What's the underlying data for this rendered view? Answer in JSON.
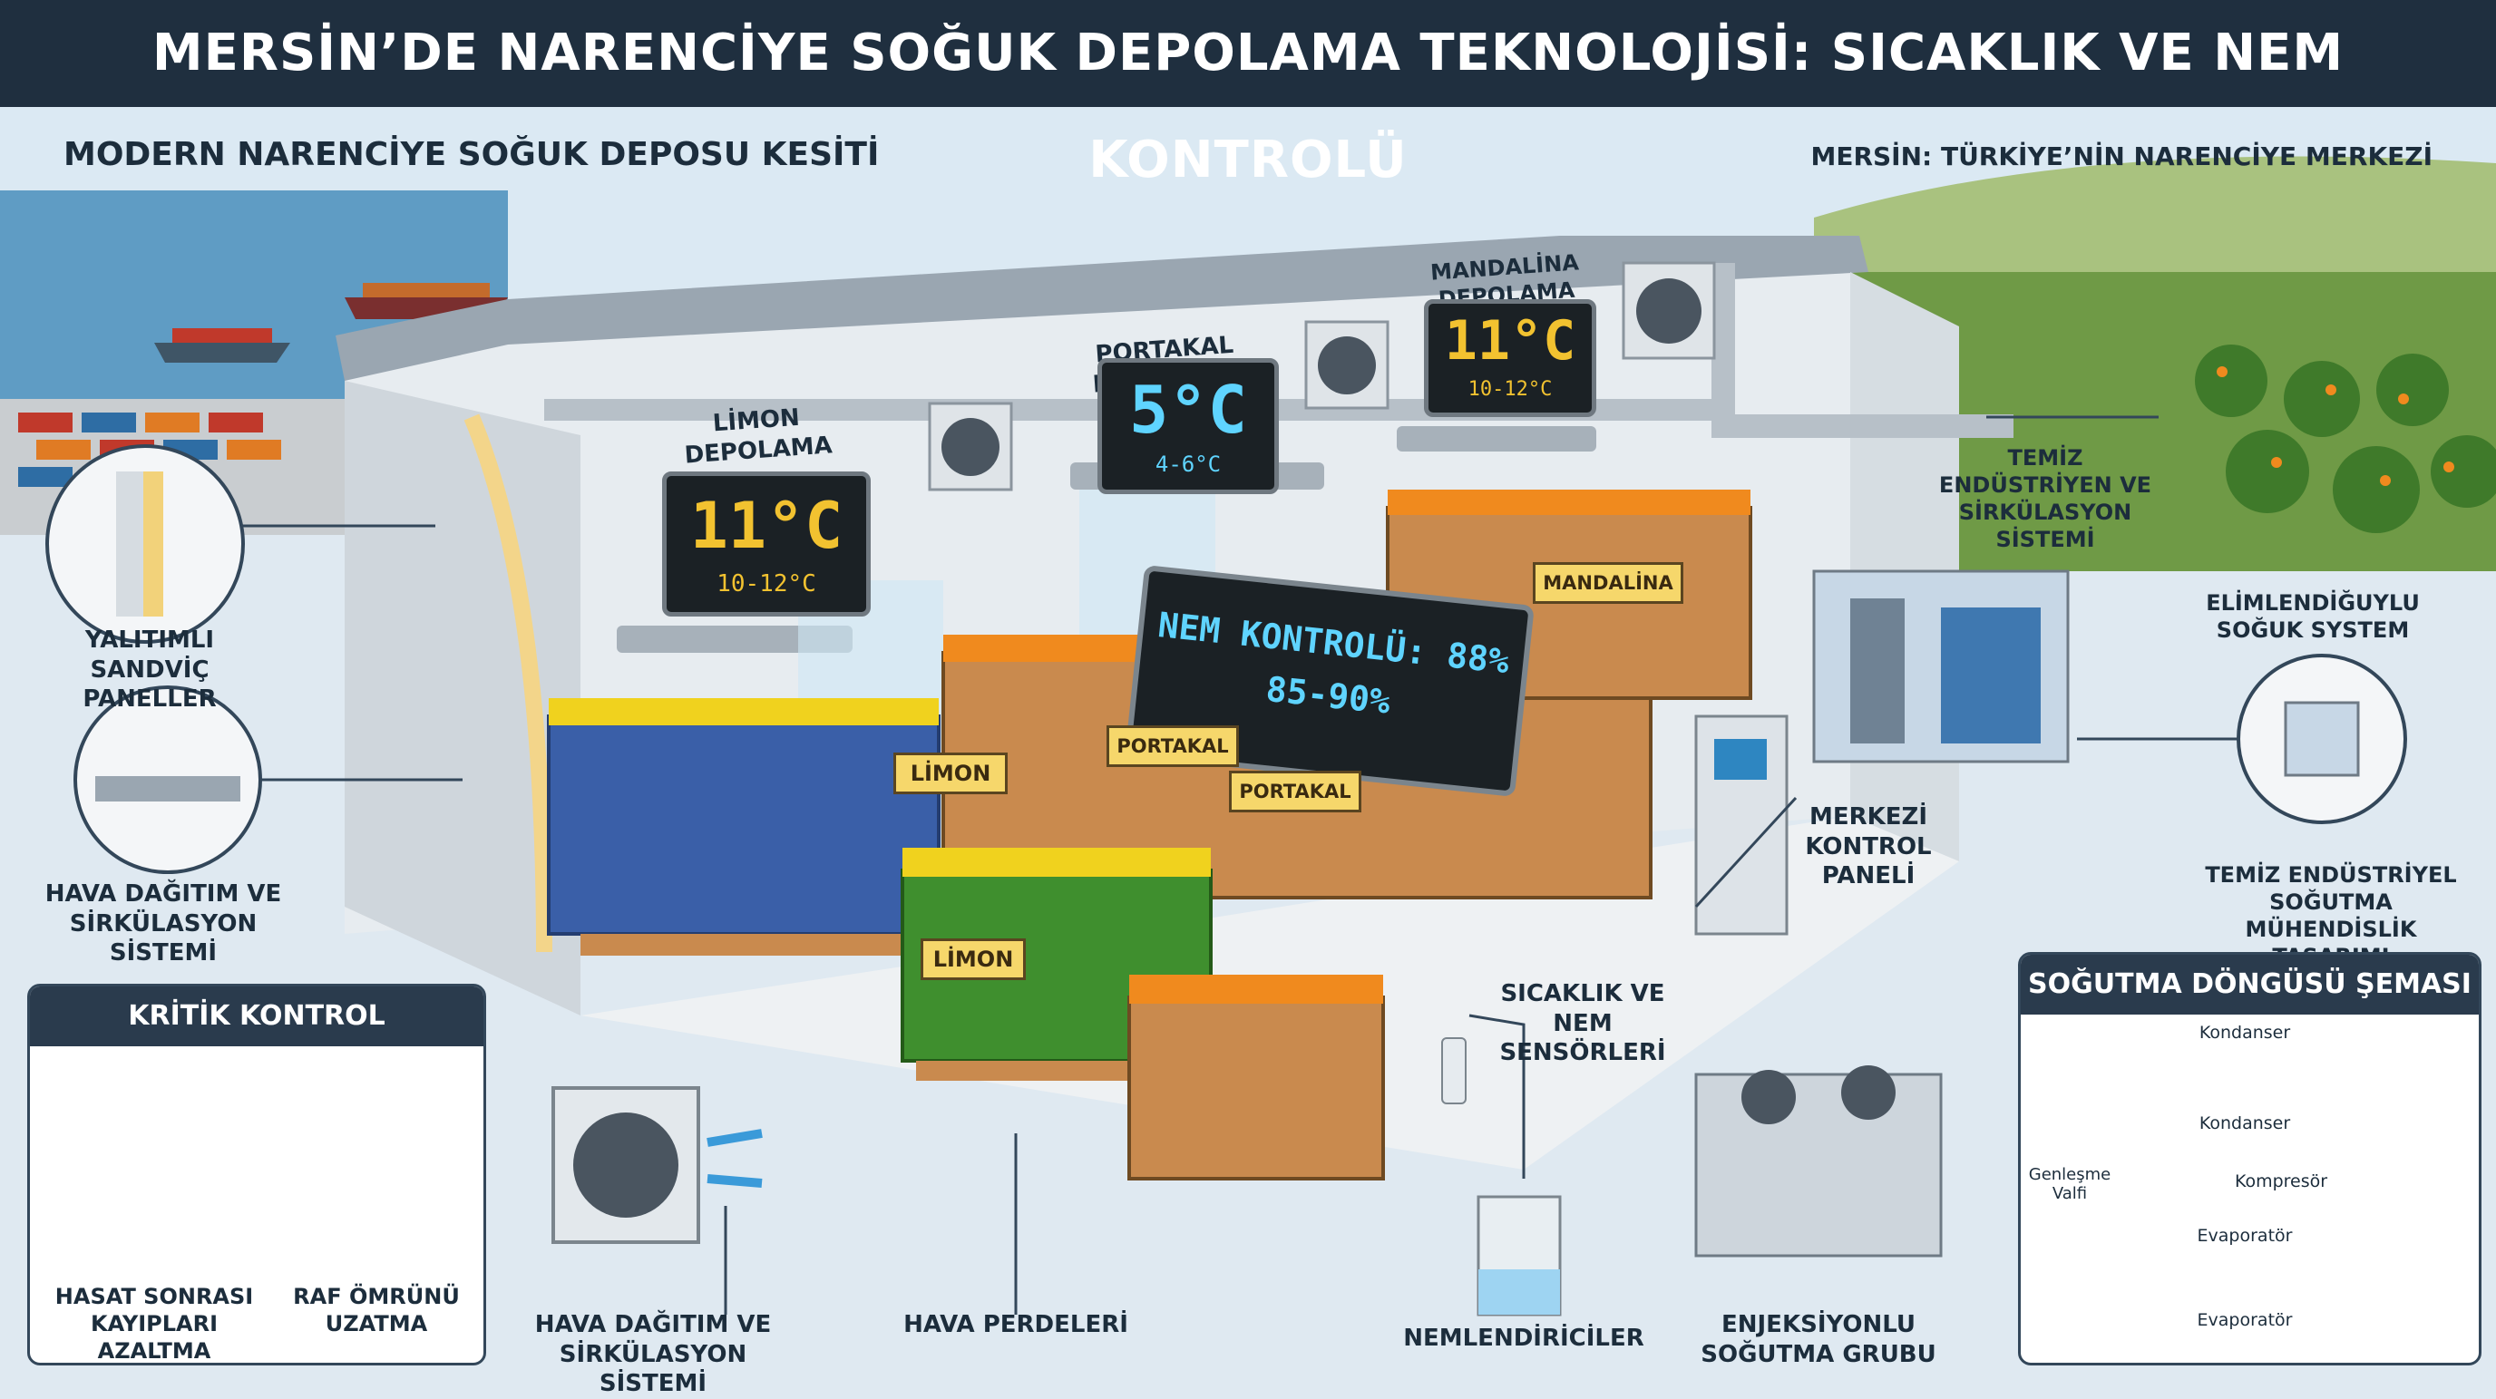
{
  "header": {
    "title": "MERSİN’DE NARENCİYE SOĞUK DEPOLAMA TEKNOLOJİSİ: SICAKLIK VE NEM KONTROLÜ"
  },
  "subtitle": "MODERN NARENCİYE SOĞUK DEPOSU KESİTİ",
  "region_label": "MERSİN: TÜRKİYE’NİN NARENCİYE MERKEZİ",
  "zones": {
    "limon": {
      "title": "LİMON DEPOLAMA",
      "temp": "11°C",
      "range": "10-12°C"
    },
    "portakal": {
      "title": "PORTAKAL DEPOLAMA",
      "temp": "5°C",
      "range": "4-6°C"
    },
    "mandalina": {
      "title": "MANDALİNA DEPOLAMA",
      "temp": "11°C",
      "range": "10-12°C"
    }
  },
  "humidity_display": {
    "line1": "NEM KONTROLÜ: 88%",
    "line2": "85-90%"
  },
  "crate_labels": {
    "limon_1": "LİMON",
    "limon_2": "LİMON",
    "portakal_1": "PORTAKAL",
    "portakal_2": "PORTAKAL",
    "mandalina": "MANDALİNA"
  },
  "callouts": {
    "panels": "YALITIMLI SANDVİÇ PANELLER",
    "air_dist_left": "HAVA DAĞITIM VE SİRKÜLASYON SİSTEMİ",
    "air_dist_bottom": "HAVA DAĞITIM VE SİRKÜLASYON SİSTEMİ",
    "air_curtains": "HAVA PERDELERİ",
    "sensors": "SICAKLIK VE NEM SENSÖRLERİ",
    "control_panel": "MERKEZİ KONTROL PANELİ",
    "humidifiers": "NEMLENDİRİCİLER",
    "injection": "ENJEKSİYONLU SOĞUTMA GRUBU",
    "clean_circ": "TEMİZ ENDÜSTRİYEN VE SİRKÜLASYON SİSTEMİ",
    "cold_system": "ELİMLENDİĞUYLU SOĞUK SYSTEM",
    "eng_design": "TEMİZ ENDÜSTRİYEL SOĞUTMA MÜHENDİSLİK TASARIMI"
  },
  "critical_box": {
    "title": "KRİTİK KONTROL FAKTÖRLERİ",
    "item1": "HASAT SONRASI KAYIPLARI AZALTMA",
    "item2": "RAF ÖMRÜNÜ UZATMA"
  },
  "cycle_box": {
    "title": "SOĞUTMA DÖNGÜSÜ ŞEMASI",
    "condenser_top": "Kondanser",
    "condenser_mid": "Kondanser",
    "expansion_valve": "Genleşme Valfi",
    "compressor": "Kompresör",
    "evaporator_mid": "Evaporatör",
    "evaporator_bottom": "Evaporatör"
  },
  "colors": {
    "header_bg": "#1f2f3f",
    "lcd_text": "#f2c230",
    "lcd_cold": "#5fd4ff",
    "lemon": "#f0d21e",
    "orange": "#f08a1e",
    "crate_blue": "#3a5fa8",
    "crate_green": "#3f8f2e",
    "crate_wood": "#c98a4e"
  }
}
